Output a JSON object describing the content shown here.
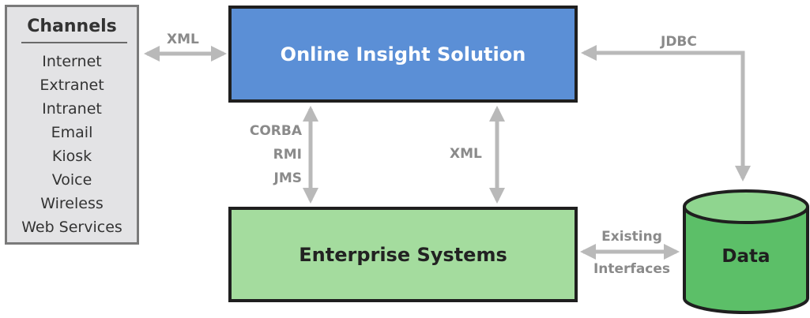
{
  "channels": {
    "title": "Channels",
    "items": [
      "Internet",
      "Extranet",
      "Intranet",
      "Email",
      "Kiosk",
      "Voice",
      "Wireless",
      "Web Services"
    ]
  },
  "boxes": {
    "online_insight": "Online Insight Solution",
    "enterprise": "Enterprise Systems",
    "data": "Data"
  },
  "links": {
    "channels_to_ois": "XML",
    "data_to_ois": "JDBC",
    "ois_enterprise_left": [
      "CORBA",
      "RMI",
      "JMS"
    ],
    "ois_enterprise_right": "XML",
    "enterprise_to_data": [
      "Existing",
      "Interfaces"
    ]
  },
  "colors": {
    "online_insight_fill": "#5b8fd6",
    "enterprise_fill": "#a4dc9e",
    "data_fill": "#5cbf68",
    "arrow": "#b9b9b9"
  }
}
